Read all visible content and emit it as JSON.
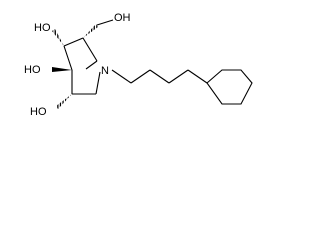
{
  "molecule": {
    "atom_labels": {
      "oh_top": "HO",
      "oh_left": "HO",
      "oh_bottom": "HO",
      "oh_ch2": "OH",
      "nitrogen": "N"
    },
    "bond_color": "#000000",
    "background": "#ffffff"
  }
}
